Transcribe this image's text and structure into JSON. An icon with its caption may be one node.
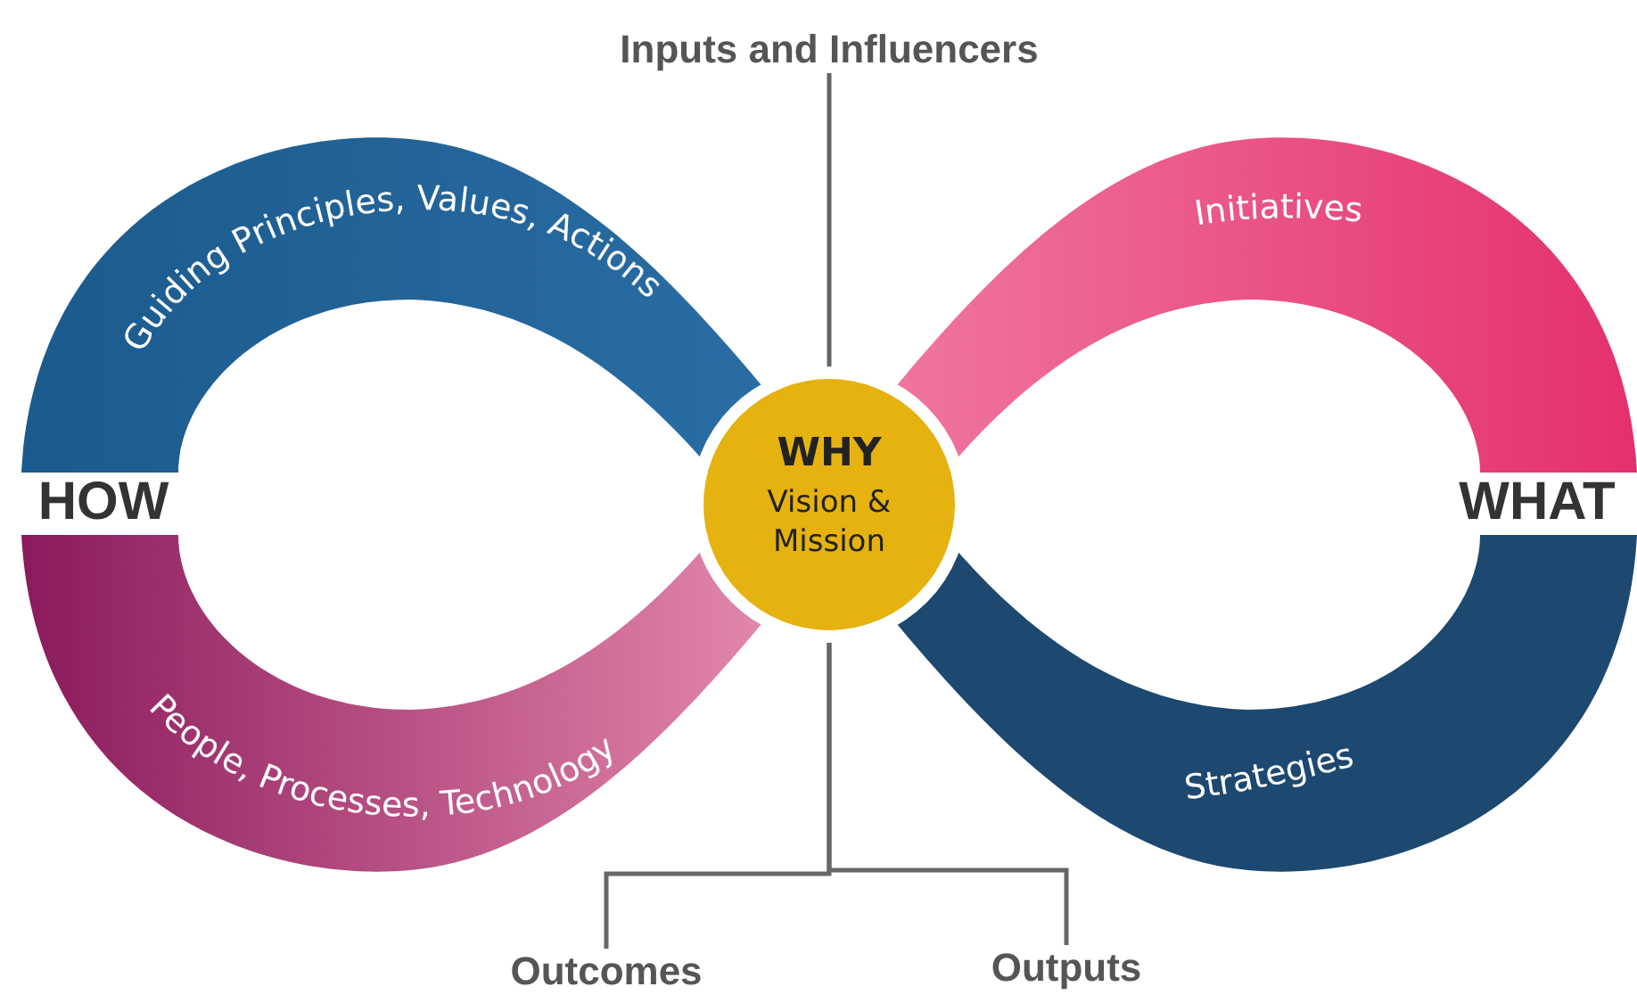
{
  "diagram": {
    "nodes": [
      {
        "text": [
          "Inputs and Influencers"
        ]
      },
      {
        "text": [
          "Guiding Principles, Values, Actions"
        ]
      },
      {
        "text": [
          "Initiatives"
        ]
      },
      {
        "text": [
          "WHY",
          "Vision & Mission"
        ]
      },
      {
        "text": [
          "People, Processes, Technology"
        ]
      },
      {
        "text": [
          "Strategies"
        ]
      },
      {
        "text": [
          "Outcomes"
        ]
      },
      {
        "text": [
          "Outputs"
        ]
      }
    ],
    "edges": [
      {
        "from": 0,
        "to": 3,
        "arrow": "none"
      },
      {
        "from": 3,
        "to": 6,
        "arrow": "none"
      },
      {
        "from": 3,
        "to": 7,
        "arrow": "none"
      }
    ],
    "labels": [
      "HOW",
      "WHAT"
    ]
  }
}
